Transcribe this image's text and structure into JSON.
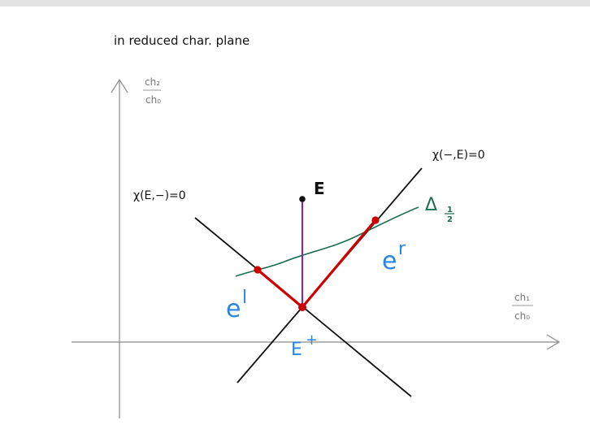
{
  "note": {
    "text": "in reduced char. plane"
  },
  "axes": {
    "y_label_num": "ch₂",
    "y_label_den": "ch₀",
    "x_label_num": "ch₁",
    "x_label_den": "ch₀"
  },
  "lines": {
    "chi_left_label": "χ(E,−)=0",
    "chi_right_label": "χ(−,E)=0"
  },
  "curve": {
    "delta_label": "Δ",
    "delta_sub_num": "1",
    "delta_sub_den": "2"
  },
  "points": {
    "E_label": "E",
    "E_plus_label": "E",
    "E_plus_sup": "+",
    "el_label": "e",
    "el_sup": "l",
    "er_label": "e",
    "er_sup": "r"
  },
  "colors": {
    "axis": "#8a8a8a",
    "line": "#111111",
    "red": "#cc0000",
    "purple": "#7a2f9a",
    "green": "#1e6e4e",
    "blue": "#2a86e6"
  }
}
